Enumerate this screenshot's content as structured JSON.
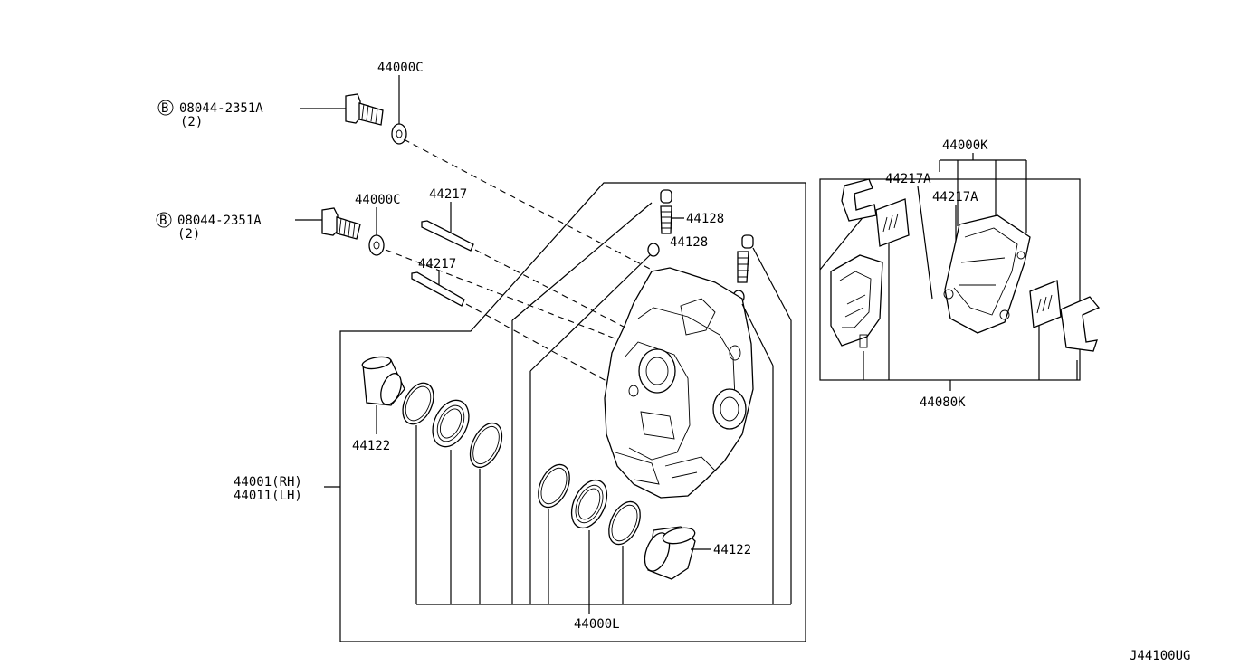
{
  "diagram_id": "J44100UG",
  "callouts": {
    "washer_top": "44000C",
    "bolt_top_code": "08044-2351A",
    "bolt_top_qty": "(2)",
    "bolt_mid_code": "08044-2351A",
    "bolt_mid_qty": "(2)",
    "washer_mid": "44000C",
    "pin_upper": "44217",
    "pin_lower": "44217",
    "bleeder_1": "44128",
    "bleeder_2": "44128",
    "piston_left": "44122",
    "piston_right": "44122",
    "caliper_rh": "44001(RH)",
    "caliper_lh": "44011(LH)",
    "seal_kit": "44000L",
    "pad_kit": "44000K",
    "shim_1": "44217A",
    "shim_2": "44217A",
    "pad_set": "44080K"
  },
  "bolt_symbol": "B"
}
